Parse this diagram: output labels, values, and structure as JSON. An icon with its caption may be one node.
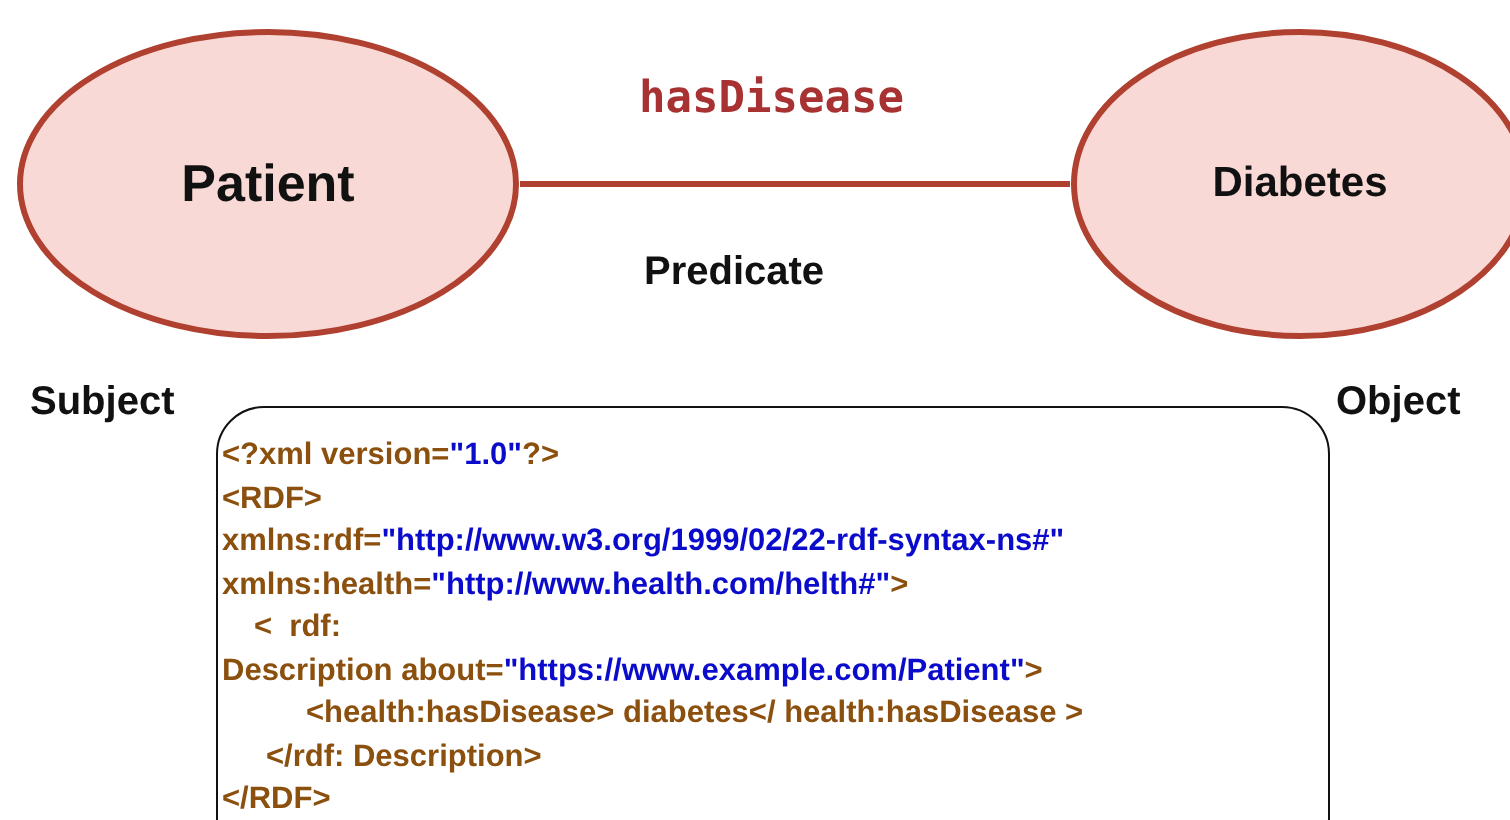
{
  "diagram": {
    "nodes": [
      {
        "text": [
          "Patient"
        ],
        "beside": [
          "Subject"
        ]
      },
      {
        "text": [
          "Diabetes"
        ]
      },
      {
        "text": [
          "<?xml version=\"1.0\"?>",
          "<RDF>",
          "xmlns:rdf=\"http://www.w3.org/1999/02/22-rdf-syntax-ns#\"",
          "xmlns:health=\"http://www.health.com/helth#\">",
          "<  rdf:",
          "Description about=\"https://www.example.com/Patient\">",
          "<health:hasDisease> diabetes</ health:hasDisease >",
          "</rdf: Description>",
          "</RDF>"
        ]
      }
    ],
    "edges": [
      {
        "from": 0,
        "to": 1,
        "arrow": "none",
        "label": "hasDisease"
      }
    ],
    "labels": [
      "Predicate",
      "Object"
    ]
  }
}
